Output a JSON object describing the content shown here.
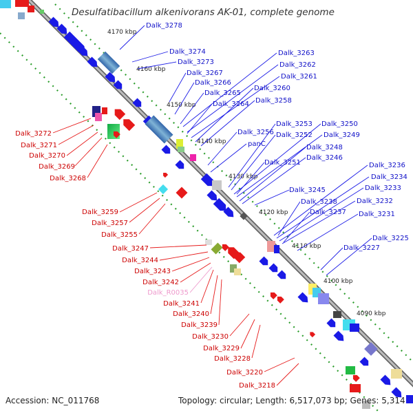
{
  "title": "Desulfatibacillum alkenivorans AK-01, complete genome",
  "footer": {
    "accession": "Accession: NC_011768",
    "topology": "Topology: circular; Length: 6,517,073 bp; Genes: 5,314"
  },
  "kbp_labels": [
    "4170 kbp",
    "4160 kbp",
    "4150 kbp",
    "4140 kbp",
    "4130 kbp",
    "4120 kbp",
    "4110 kbp",
    "4100 kbp",
    "4090 kbp"
  ],
  "labels_forward": [
    "Dalk_3278",
    "Dalk_3274",
    "Dalk_3273",
    "Dalk_3267",
    "Dalk_3266",
    "Dalk_3265",
    "Dalk_3264",
    "Dalk_3263",
    "Dalk_3262",
    "Dalk_3261",
    "Dalk_3260",
    "Dalk_3258",
    "Dalk_3256",
    "panC",
    "Dalk_3253",
    "Dalk_3252",
    "Dalk_3250",
    "Dalk_3249",
    "Dalk_3248",
    "Dalk_3246",
    "Dalk_3251",
    "Dalk_3245",
    "Dalk_3236",
    "Dalk_3234",
    "Dalk_3233",
    "Dalk_3232",
    "Dalk_3238",
    "Dalk_3237",
    "Dalk_3231",
    "Dalk_3225",
    "Dalk_3227"
  ],
  "labels_reverse": [
    "Dalk_3272",
    "Dalk_3271",
    "Dalk_3270",
    "Dalk_3269",
    "Dalk_3268",
    "Dalk_3259",
    "Dalk_3257",
    "Dalk_3255",
    "Dalk_3247",
    "Dalk_3244",
    "Dalk_3243",
    "Dalk_3242",
    "Dalk_3241",
    "Dalk_3240",
    "Dalk_3239",
    "Dalk_3230",
    "Dalk_3229",
    "Dalk_3228",
    "Dalk_3220",
    "Dalk_3218"
  ],
  "labels_rna": [
    "Dalk_R0035"
  ],
  "colors": {
    "forward_gene": "#1a1ae6",
    "reverse_gene": "#e61a1a",
    "rna_label": "#ee99cc",
    "backbone": "#999999",
    "tick": "#2e9e2e"
  }
}
